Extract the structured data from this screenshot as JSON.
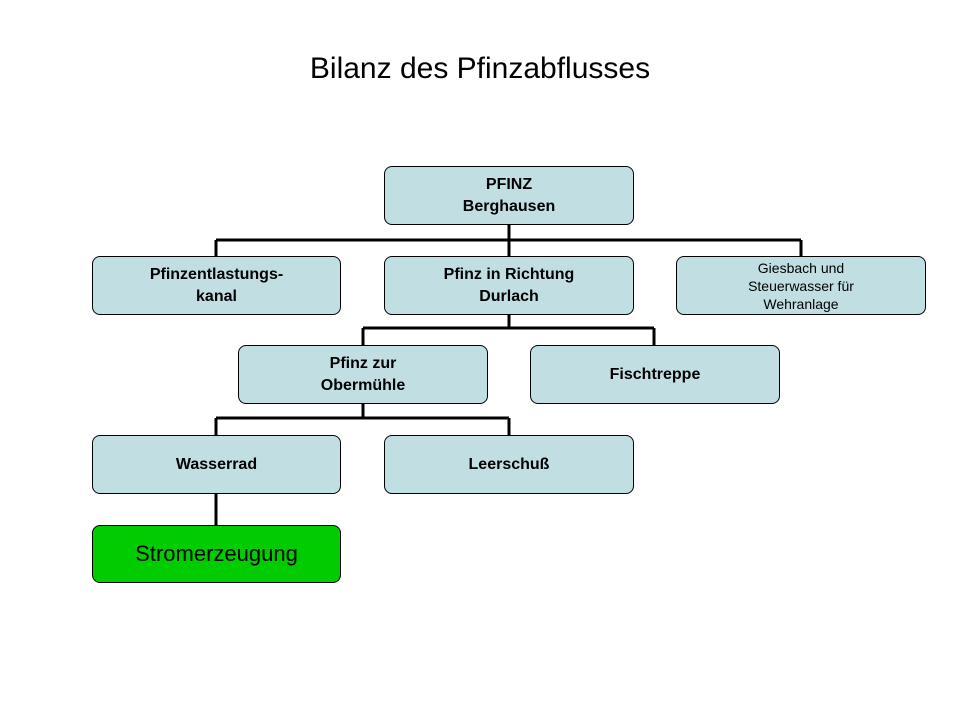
{
  "diagram": {
    "title": "Bilanz des Pfinzabflusses",
    "nodes": {
      "pfinz_berghausen": "PFINZ\nBerghausen",
      "entlastungskanal": "Pfinzentlastungs-\nkanal",
      "richtung_durlach": "Pfinz in Richtung\nDurlach",
      "giesbach": "Giesbach und\nSteuerwasser für\nWehranlage",
      "obermuehle": "Pfinz zur\nObermühle",
      "fischtreppe": "Fischtreppe",
      "wasserrad": "Wasserrad",
      "leerschuss": "Leerschuß",
      "stromerzeugung": "Stromerzeugung"
    },
    "edges": [
      [
        "pfinz_berghausen",
        "entlastungskanal"
      ],
      [
        "pfinz_berghausen",
        "richtung_durlach"
      ],
      [
        "pfinz_berghausen",
        "giesbach"
      ],
      [
        "richtung_durlach",
        "obermuehle"
      ],
      [
        "richtung_durlach",
        "fischtreppe"
      ],
      [
        "obermuehle",
        "wasserrad"
      ],
      [
        "obermuehle",
        "leerschuss"
      ],
      [
        "wasserrad",
        "stromerzeugung"
      ]
    ],
    "colors": {
      "box_fill": "#c1dfe3",
      "highlight_fill": "#00cc00",
      "line": "#000000"
    }
  }
}
